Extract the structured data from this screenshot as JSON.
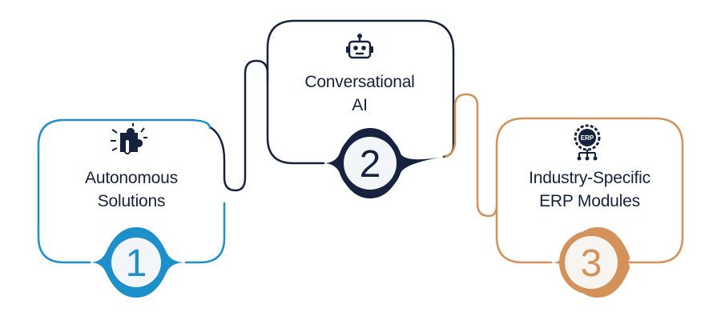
{
  "steps": [
    {
      "number": "1",
      "title_lines": [
        "Autonomous",
        "Solutions"
      ],
      "icon": "puzzle-hand-icon",
      "color": "#1d8fcb"
    },
    {
      "number": "2",
      "title_lines": [
        "Conversational",
        "AI"
      ],
      "icon": "robot-icon",
      "color": "#17223f"
    },
    {
      "number": "3",
      "title_lines": [
        "Industry-Specific",
        "ERP Modules"
      ],
      "icon": "erp-gear-icon",
      "color": "#d4915a"
    }
  ]
}
